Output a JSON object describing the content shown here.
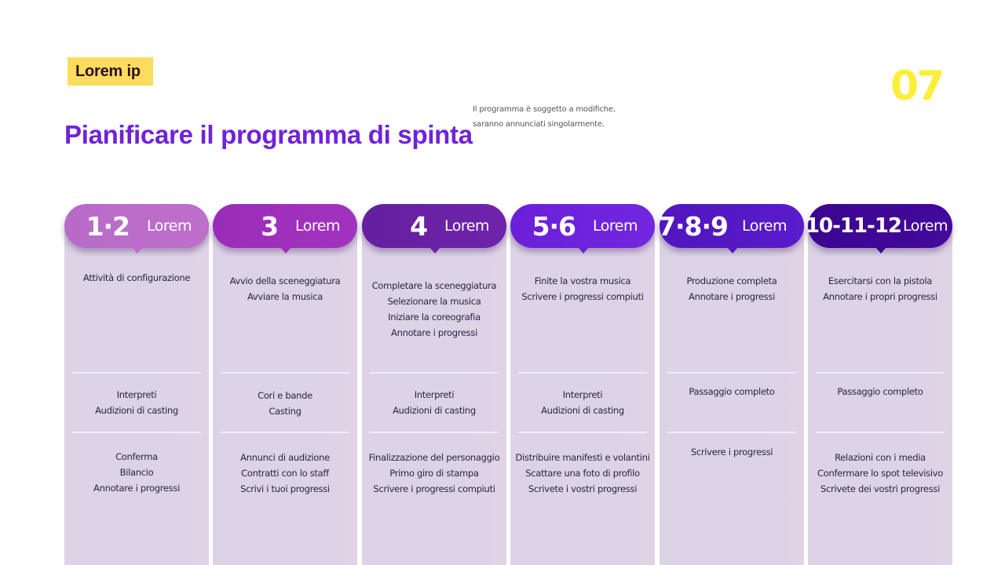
{
  "header": {
    "tag_label": "Lorem ip",
    "page_number": "07",
    "title": "Pianificare il programma di spinta",
    "note_lines": [
      "Il programma è soggetto a modifiche,",
      "saranno annunciati singolarmente."
    ]
  },
  "colors": {
    "title": "#7022d8",
    "tag_bg": "#fcdc5c",
    "page_number": "#fbee3a",
    "column_bg": "#dcd3e7"
  },
  "columns": [
    {
      "number": "1·2",
      "label": "Lorem",
      "color": "#b86ac8",
      "sections": [
        [
          "Attività di configurazione"
        ],
        [
          "Interpreti",
          "Audizioni di casting"
        ],
        [
          "Conferma",
          "Bilancio",
          "Annotare i progressi"
        ]
      ]
    },
    {
      "number": "3",
      "label": "Lorem",
      "color": "#9d2fbb",
      "sections": [
        [
          "Avvio della sceneggiatura",
          "Avviare la musica"
        ],
        [
          "Cori e bande",
          "Casting"
        ],
        [
          "Annunci di audizione",
          "Contratti con lo staff",
          "Scrivi i tuoi progressi"
        ]
      ]
    },
    {
      "number": "4",
      "label": "Lorem",
      "color": "#6a21a6",
      "sections": [
        [
          "Completare la sceneggiatura",
          "Selezionare la musica",
          "Iniziare la coreografia",
          "Annotare i progressi"
        ],
        [
          "Interpreti",
          "Audizioni di casting"
        ],
        [
          "Finalizzazione del personaggio",
          "Primo giro di stampa",
          "Scrivere i progressi compiuti"
        ]
      ]
    },
    {
      "number": "5·6",
      "label": "Lorem",
      "color": "#6c22dc",
      "sections": [
        [
          "Finite la vostra musica",
          "Scrivere i progressi compiuti"
        ],
        [
          "Interpreti",
          "Audizioni di casting"
        ],
        [
          "Distribuire manifesti e volantini",
          "Scattare una foto di profilo",
          "Scrivete i vostri progressi"
        ]
      ]
    },
    {
      "number": "7·8·9",
      "label": "Lorem",
      "color": "#5518c4",
      "sections": [
        [
          "Produzione completa",
          "Annotare i progressi"
        ],
        [
          "Passaggio completo"
        ],
        [
          "Scrivere i progressi"
        ]
      ]
    },
    {
      "number": "10-11-12",
      "label": "Lorem",
      "color": "#3e0896",
      "sections": [
        [
          "Esercitarsi con la pistola",
          "Annotare i propri progressi"
        ],
        [
          "Passaggio completo"
        ],
        [
          "Relazioni con i media",
          "Confermare lo spot televisivo",
          "Scrivete dei vostri progressi"
        ]
      ]
    }
  ]
}
